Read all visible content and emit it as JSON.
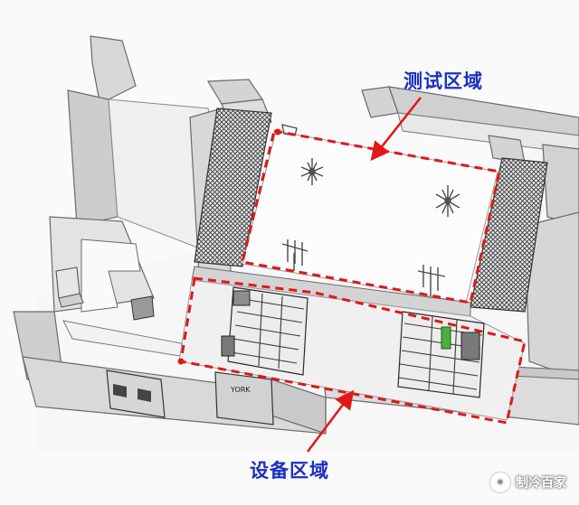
{
  "labels": {
    "test_area": "测试区域",
    "equipment_area": "设备区域"
  },
  "equipment_text": "YORK",
  "watermark": {
    "text": "制冷百家",
    "icon": "wechat-icon"
  },
  "colors": {
    "label": "#1a2fc0",
    "zone_outline": "#e01818",
    "arrow": "#e01818",
    "wall_fill": "#dcdcdc",
    "wall_edge": "#6a6a6a",
    "grid_panel": "#3a3a3a",
    "floor": "#f4f4f4"
  }
}
